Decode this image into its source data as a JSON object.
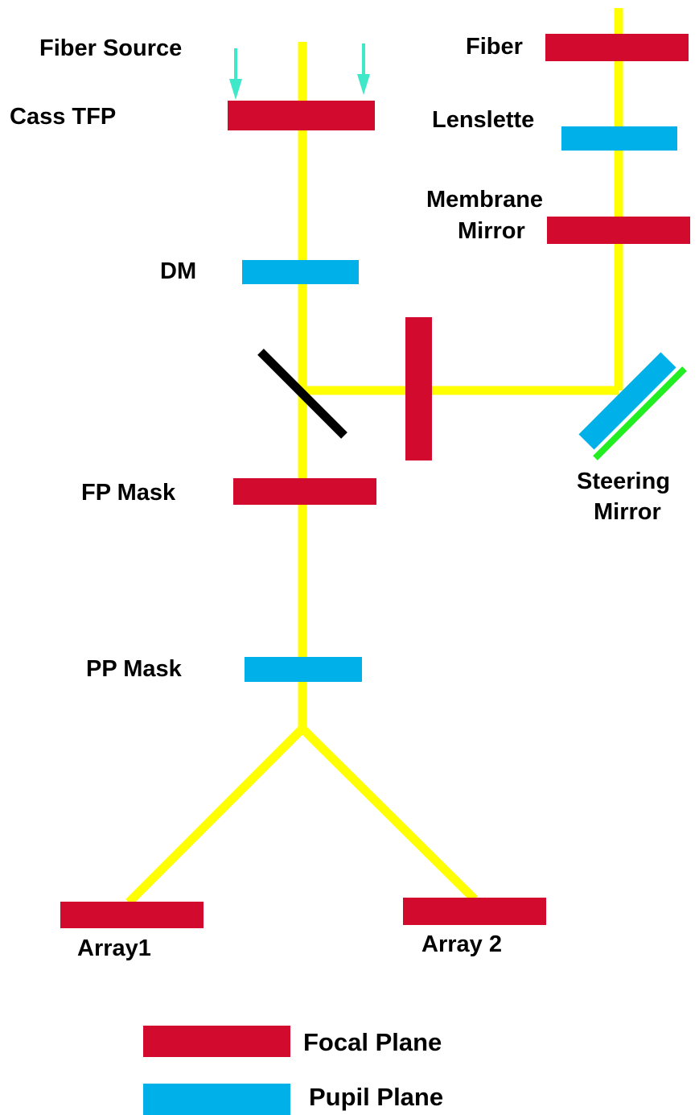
{
  "colors": {
    "focal": "#d20a2e",
    "pupil": "#00b0e8",
    "beam": "#ffff00",
    "beamsplitter": "#000000",
    "arrow": "#3ee8c8",
    "mirror_coating": "#22ee22",
    "background": "#ffffff"
  },
  "labels": {
    "fiber_source": "Fiber Source",
    "cass_tfp": "Cass TFP",
    "dm": "DM",
    "fp_mask": "FP Mask",
    "pp_mask": "PP Mask",
    "array1": "Array1",
    "array2": "Array 2",
    "fiber": "Fiber",
    "lenslette": "Lenslette",
    "membrane": "Membrane",
    "mirror": "Mirror",
    "steering": "Steering",
    "steering_mirror": "Mirror"
  },
  "components": [
    {
      "id": "cass-tfp",
      "plane": "focal"
    },
    {
      "id": "dm",
      "plane": "pupil"
    },
    {
      "id": "fp-mask",
      "plane": "focal"
    },
    {
      "id": "pp-mask",
      "plane": "pupil"
    },
    {
      "id": "array1",
      "plane": "focal"
    },
    {
      "id": "array2",
      "plane": "focal"
    },
    {
      "id": "fiber",
      "plane": "focal"
    },
    {
      "id": "lenslette",
      "plane": "pupil"
    },
    {
      "id": "membrane-mirror",
      "plane": "focal"
    },
    {
      "id": "relay-focal",
      "plane": "focal"
    },
    {
      "id": "steering-mirror",
      "plane": "pupil"
    }
  ],
  "legend": [
    {
      "plane": "focal",
      "label": "Focal Plane"
    },
    {
      "plane": "pupil",
      "label": "Pupil Plane"
    }
  ]
}
